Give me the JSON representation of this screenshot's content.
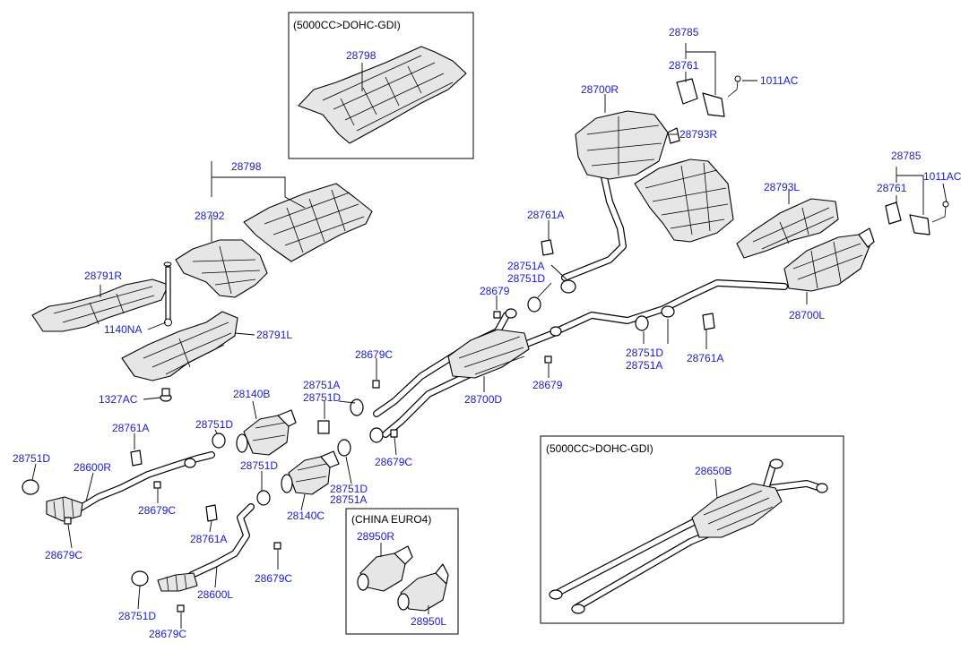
{
  "insets": {
    "heat_protector_gdi": {
      "title": "(5000CC>DOHC-GDI)"
    },
    "center_muffler_gdi": {
      "title": "(5000CC>DOHC-GDI)"
    },
    "china_euro4": {
      "title": "(CHINA EURO4)"
    }
  },
  "labels": {
    "p28798_inset": "28798",
    "p28798": "28798",
    "p28792": "28792",
    "p28791R": "28791R",
    "p1140NA": "1140NA",
    "p28791L": "28791L",
    "p1327AC": "1327AC",
    "p28785_top": "28785",
    "p28761_top": "28761",
    "p1011AC_top": "1011AC",
    "p28700R": "28700R",
    "p28793R": "28793R",
    "p28785_mid": "28785",
    "p28761_mid": "28761",
    "p1011AC_mid": "1011AC",
    "p28793L": "28793L",
    "p28761A_a": "28761A",
    "p28751A_a": "28751A",
    "p28751D_a": "28751D",
    "p28679_a": "28679",
    "p28700L": "28700L",
    "p28751D_b": "28751D",
    "p28751A_b": "28751A",
    "p28761A_b": "28761A",
    "p28679_b": "28679",
    "p28700D": "28700D",
    "p28679C_a": "28679C",
    "p28751A_c": "28751A",
    "p28751D_c": "28751D",
    "p28140B": "28140B",
    "p28761A_c": "28761A",
    "p28751D_d": "28751D",
    "p28751D_e": "28751D",
    "p28600R": "28600R",
    "p28679C_b": "28679C",
    "p28679C_c": "28679C",
    "p28751D_f": "28751D",
    "p28140C": "28140C",
    "p28751D_g": "28751D",
    "p28751A_g": "28751A",
    "p28679C_d": "28679C",
    "p28761A_d": "28761A",
    "p28600L": "28600L",
    "p28679C_e": "28679C",
    "p28751D_h": "28751D",
    "p28679C_f": "28679C",
    "p28950R": "28950R",
    "p28950L": "28950L",
    "p28650B": "28650B"
  },
  "colors": {
    "label": "#1a1adc",
    "line": "#000000",
    "background": "#ffffff"
  }
}
